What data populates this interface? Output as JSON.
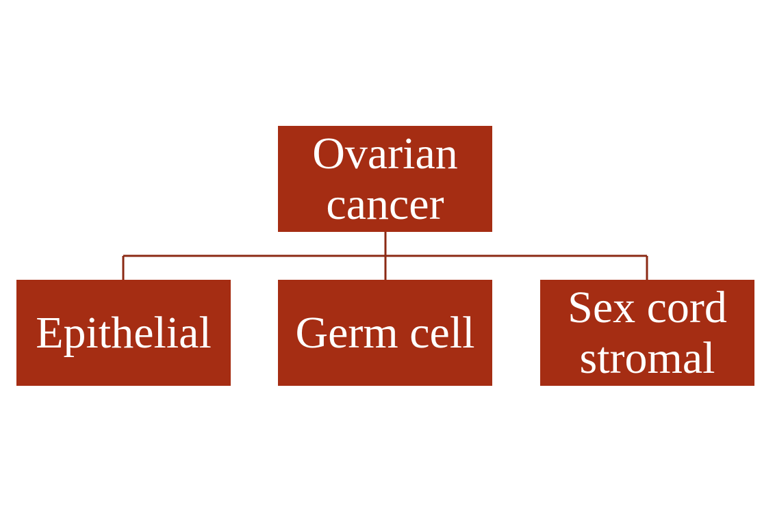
{
  "colors": {
    "node_fill": "#A52D13",
    "connector": "#8B2A14",
    "node_text": "#FFFFFF",
    "background": "#FFFFFF"
  },
  "diagram": {
    "root": {
      "label": "Ovarian cancer"
    },
    "children": [
      {
        "label": "Epithelial"
      },
      {
        "label": "Germ cell"
      },
      {
        "label": "Sex cord stromal"
      }
    ]
  }
}
